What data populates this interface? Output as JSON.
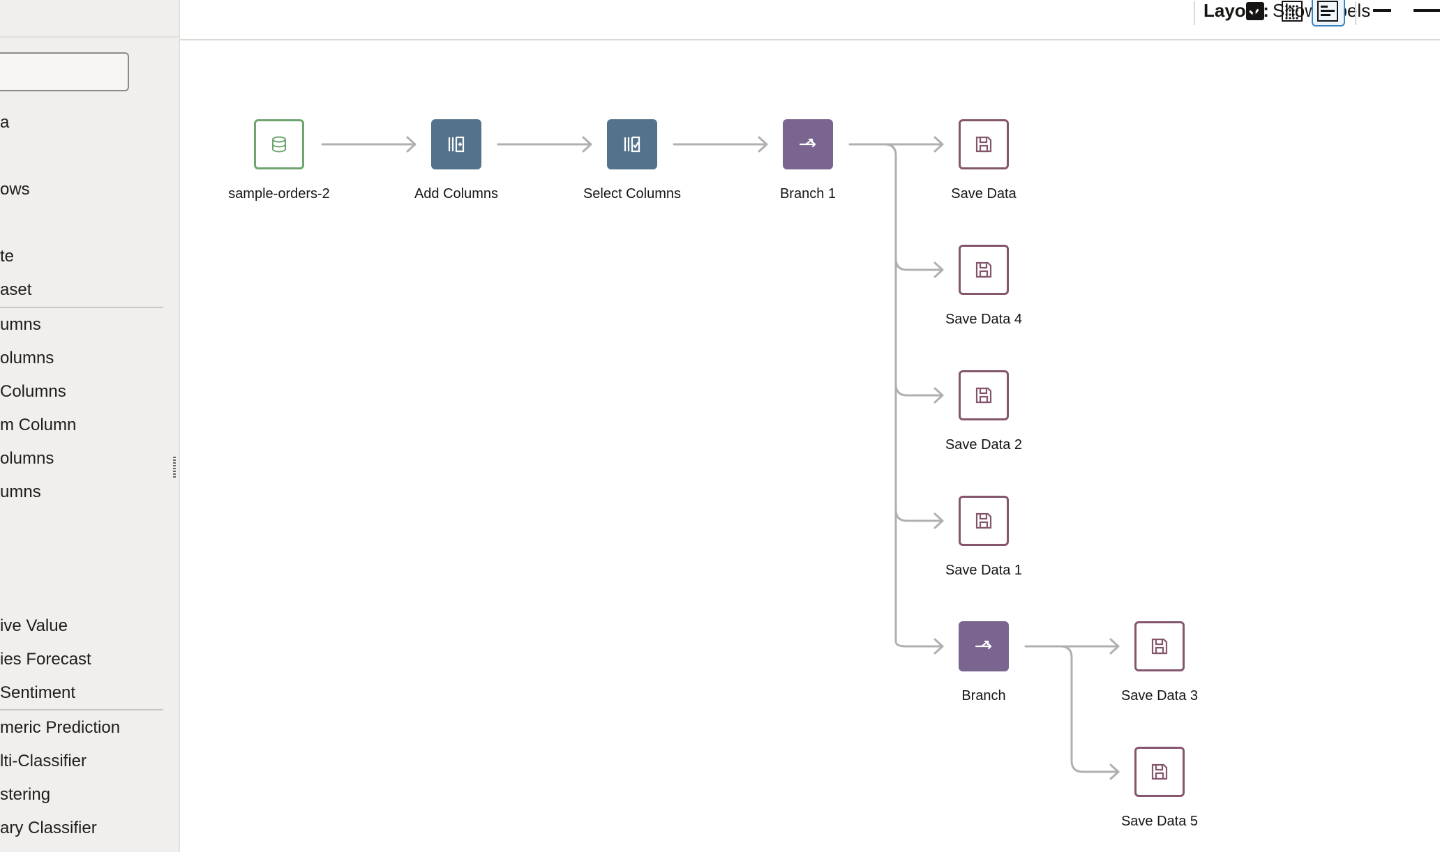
{
  "sidebar": {
    "search_value": "",
    "items": [
      {
        "label": "a"
      },
      {
        "label": "ows"
      },
      {
        "label": "te"
      },
      {
        "label": "aset"
      },
      {
        "label": "umns"
      },
      {
        "label": "olumns"
      },
      {
        "label": "Columns"
      },
      {
        "label": "m Column"
      },
      {
        "label": "olumns"
      },
      {
        "label": "umns"
      },
      {
        "label": "ive Value"
      },
      {
        "label": "ies Forecast"
      },
      {
        "label": "Sentiment"
      },
      {
        "label": "meric Prediction"
      },
      {
        "label": "lti-Classifier"
      },
      {
        "label": "stering"
      },
      {
        "label": "ary Classifier"
      }
    ]
  },
  "toolbar": {
    "show_labels_checked": true,
    "show_labels": "Show labels",
    "layout_label": "Layout:",
    "layout_options": [
      "grid-layout-icon",
      "list-layout-icon"
    ],
    "active_layout": "list-layout-icon"
  },
  "flow": {
    "nodes": [
      {
        "id": "n1",
        "label": "sample-orders-2",
        "kind": "source",
        "icon": "database-icon"
      },
      {
        "id": "n2",
        "label": "Add Columns",
        "kind": "transform",
        "icon": "add-columns-icon"
      },
      {
        "id": "n3",
        "label": "Select Columns",
        "kind": "transform",
        "icon": "select-columns-icon"
      },
      {
        "id": "n4",
        "label": "Branch 1",
        "kind": "branch",
        "icon": "branch-icon"
      },
      {
        "id": "n5",
        "label": "Save Data",
        "kind": "save",
        "icon": "save-icon"
      },
      {
        "id": "n6",
        "label": "Save Data 4",
        "kind": "save",
        "icon": "save-icon"
      },
      {
        "id": "n7",
        "label": "Save Data 2",
        "kind": "save",
        "icon": "save-icon"
      },
      {
        "id": "n8",
        "label": "Save Data 1",
        "kind": "save",
        "icon": "save-icon"
      },
      {
        "id": "n9",
        "label": "Branch",
        "kind": "branch",
        "icon": "branch-icon"
      },
      {
        "id": "n10",
        "label": "Save Data 3",
        "kind": "save",
        "icon": "save-icon"
      },
      {
        "id": "n11",
        "label": "Save Data 5",
        "kind": "save",
        "icon": "save-icon"
      }
    ],
    "edges": [
      [
        "n1",
        "n2"
      ],
      [
        "n2",
        "n3"
      ],
      [
        "n3",
        "n4"
      ],
      [
        "n4",
        "n5"
      ],
      [
        "n4",
        "n6"
      ],
      [
        "n4",
        "n7"
      ],
      [
        "n4",
        "n8"
      ],
      [
        "n4",
        "n9"
      ],
      [
        "n9",
        "n10"
      ],
      [
        "n9",
        "n11"
      ]
    ]
  },
  "colors": {
    "source_border": "#6fa470",
    "transform_fill": "#53738d",
    "branch_fill": "#7a6591",
    "save_border": "#84566c",
    "edge": "#b2b0ae"
  }
}
